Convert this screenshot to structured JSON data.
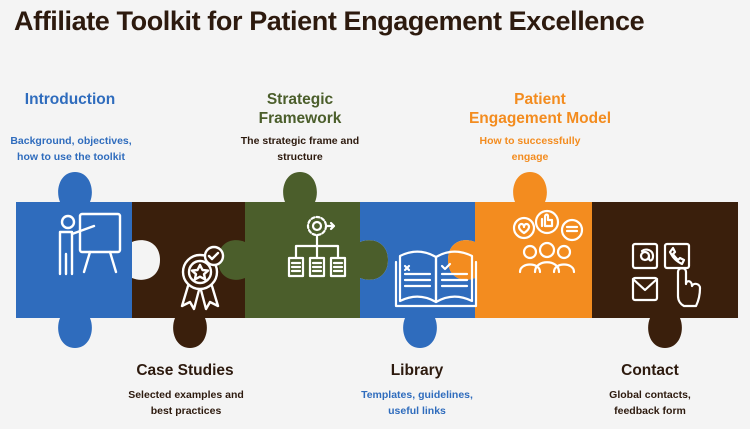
{
  "title": "Affiliate Toolkit for Patient Engagement Excellence",
  "colors": {
    "blue": "#2f6cbd",
    "dark_brown": "#3a1f0c",
    "olive": "#4b5e2b",
    "orange": "#f38c1f",
    "title": "#2d1a0e"
  },
  "sections": [
    {
      "label": "Introduction",
      "description": "Background, objectives,\nhow to use the toolkit",
      "icon": "presenter-board-icon"
    },
    {
      "label": "Case Studies",
      "description": "Selected examples and\nbest practices",
      "icon": "award-badge-icon"
    },
    {
      "label": "Strategic\nFramework",
      "description": "The strategic frame and\nstructure",
      "icon": "gear-hierarchy-icon"
    },
    {
      "label": "Library",
      "description": "Templates, guidelines,\nuseful links",
      "icon": "open-book-icon"
    },
    {
      "label": "Patient\nEngagement Model",
      "description": "How to successfully\nengage",
      "icon": "feedback-people-icon"
    },
    {
      "label": "Contact",
      "description": "Global contacts,\nfeedback form",
      "icon": "contact-touch-icon"
    }
  ]
}
